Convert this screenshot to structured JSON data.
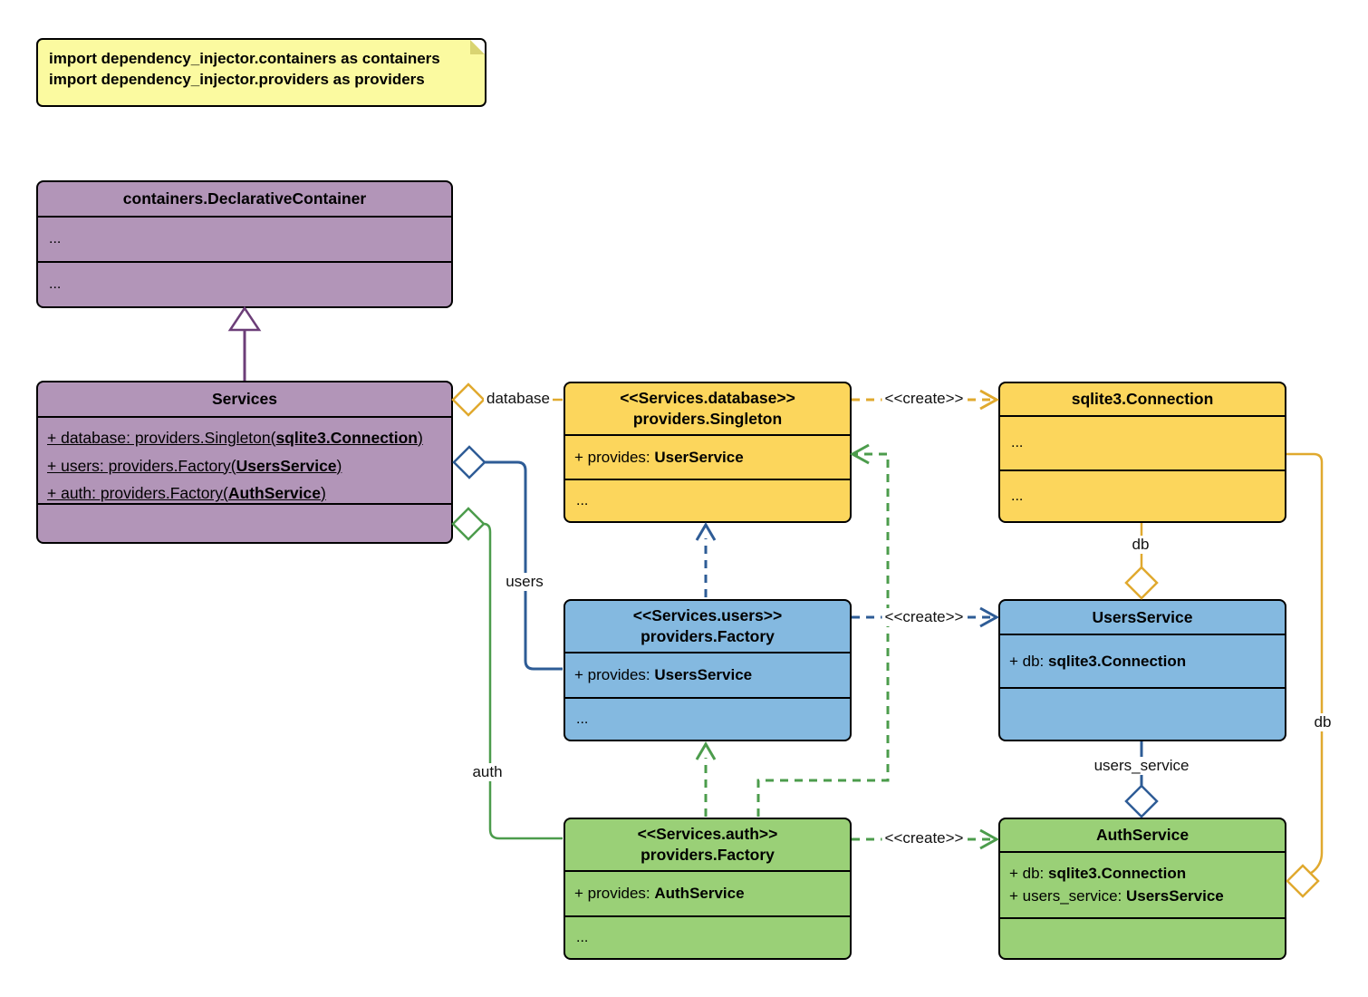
{
  "note": {
    "line1": "import dependency_injector.containers as containers",
    "line2": "import dependency_injector.providers as providers"
  },
  "classes": {
    "declarative_container": {
      "title": "containers.DeclarativeContainer",
      "row1": "...",
      "row2": "..."
    },
    "services": {
      "title": "Services",
      "attr1_pre": "+ database: providers.Singleton(",
      "attr1_type": "sqlite3.Connection",
      "attr1_post": ")",
      "attr2_pre": "+ users: providers.Factory(",
      "attr2_type": "UsersService",
      "attr2_post": ")",
      "attr3_pre": "+ auth: providers.Factory(",
      "attr3_type": "AuthService",
      "attr3_post": ")"
    },
    "singleton_database": {
      "stereotype": "<<Services.database>>",
      "name": "providers.Singleton",
      "attr_pre": "+ provides: ",
      "attr_type": "UserService",
      "row_dots": "..."
    },
    "sqlite_connection": {
      "title": "sqlite3.Connection",
      "row1": "...",
      "row2": "..."
    },
    "factory_users": {
      "stereotype": "<<Services.users>>",
      "name": "providers.Factory",
      "attr_pre": "+ provides: ",
      "attr_type": "UsersService",
      "row_dots": "..."
    },
    "users_service": {
      "title": "UsersService",
      "attr_pre": "+ db: ",
      "attr_type": "sqlite3.Connection"
    },
    "factory_auth": {
      "stereotype": "<<Services.auth>>",
      "name": "providers.Factory",
      "attr_pre": "+ provides: ",
      "attr_type": "AuthService",
      "row_dots": "..."
    },
    "auth_service": {
      "title": "AuthService",
      "attr1_pre": "+ db: ",
      "attr1_type": "sqlite3.Connection",
      "attr2_pre": "+ users_service: ",
      "attr2_type": "UsersService"
    }
  },
  "edges": {
    "database": "database",
    "users": "users",
    "auth": "auth",
    "create_database": "<<create>>",
    "create_users": "<<create>>",
    "create_auth": "<<create>>",
    "db_users": "db",
    "db_auth": "db",
    "users_service": "users_service"
  },
  "colors": {
    "purple_fill": "#B295B8",
    "yellow_fill": "#FCD65C",
    "blue_fill": "#84B9E0",
    "green_fill": "#9AD077",
    "note_fill": "#FBFAA0",
    "purple_line": "#6C3E78",
    "gold_line": "#E0A92E",
    "blue_line": "#2E5C96",
    "green_line": "#4C9C4C"
  }
}
